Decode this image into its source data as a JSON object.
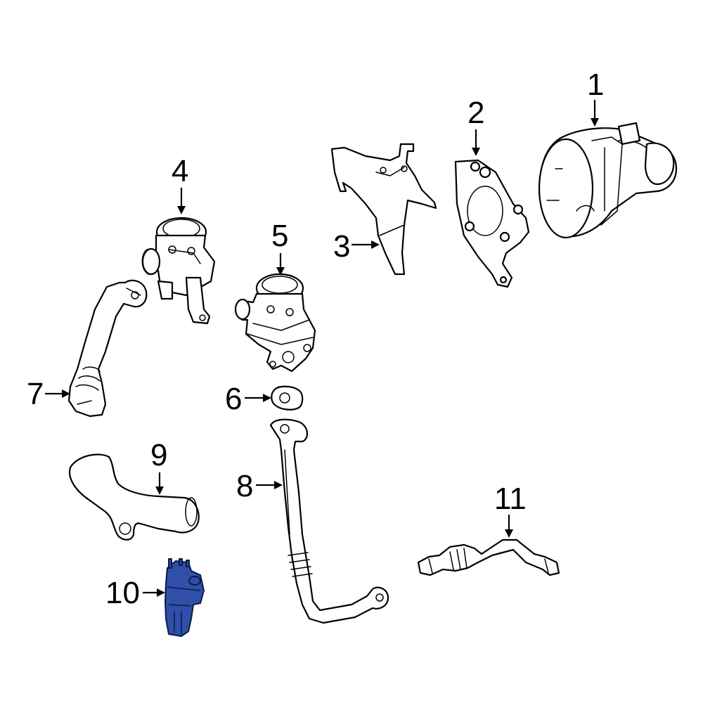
{
  "callouts": {
    "c1": "1",
    "c2": "2",
    "c3": "3",
    "c4": "4",
    "c5": "5",
    "c6": "6",
    "c7": "7",
    "c8": "8",
    "c9": "9",
    "c10": "10",
    "c11": "11"
  },
  "colors": {
    "highlight_part": "#2f4fa8",
    "line_art": "#000000",
    "background": "#ffffff"
  },
  "highlighted_callout": "10"
}
